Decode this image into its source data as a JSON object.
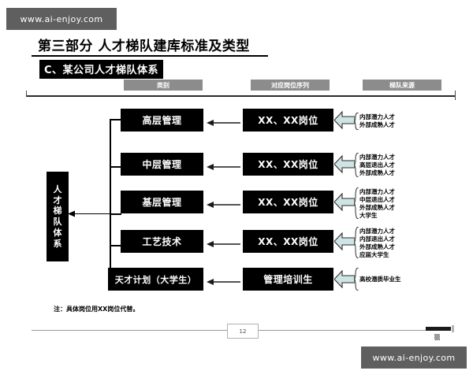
{
  "watermark": {
    "top": "www.ai-enjoy.com",
    "bottom": "www.ai-enjoy.com"
  },
  "slide": {
    "title": "第三部分  人才梯队建库标准及类型",
    "subtitle": "C、某公司人才梯队体系",
    "note": "注：具体岗位用XX岗位代替。",
    "page_number": "12"
  },
  "columns": [
    {
      "label": "类别"
    },
    {
      "label": "对应岗位序列"
    },
    {
      "label": "梯队来源"
    }
  ],
  "system_label": {
    "chars": [
      "人",
      "才",
      "梯",
      "队",
      "体",
      "系"
    ],
    "text": "人才梯队体系"
  },
  "rows": [
    {
      "category": "高层管理",
      "position": "XX、XX岗位",
      "sources": [
        "内部潜力人才",
        "外部成熟人才"
      ]
    },
    {
      "category": "中层管理",
      "position": "XX、XX岗位",
      "sources": [
        "内部潜力人才",
        "高层退出人才",
        "外部成熟人才"
      ]
    },
    {
      "category": "基层管理",
      "position": "XX、XX岗位",
      "sources": [
        "内部潜力人才",
        "中层退出人才",
        "外部成熟人才",
        "大学生"
      ]
    },
    {
      "category": "工艺技术",
      "position": "XX、XX岗位",
      "sources": [
        "内部潜力人才",
        "内部退出人才",
        "外部成熟人才",
        "应届大学生"
      ]
    },
    {
      "category": "天才计划（大学生）",
      "position": "管理培训生",
      "sources": [
        "高校潜质毕业生"
      ]
    }
  ],
  "colors": {
    "box_fill": "#000000",
    "box_text": "#ffffff",
    "header_fill": "#8c8c8c",
    "arrow_fill": "#cfe4e4",
    "arrow_stroke": "#2a2a2a",
    "watermark_fill": "#5f5f5f",
    "page_background": "#ffffff"
  },
  "icons": {
    "block_arrow": "block-arrow-left-icon",
    "thin_arrow": "arrow-left-icon",
    "brace": "curly-brace-icon",
    "footer_glyph": "footer-mark-icon"
  }
}
